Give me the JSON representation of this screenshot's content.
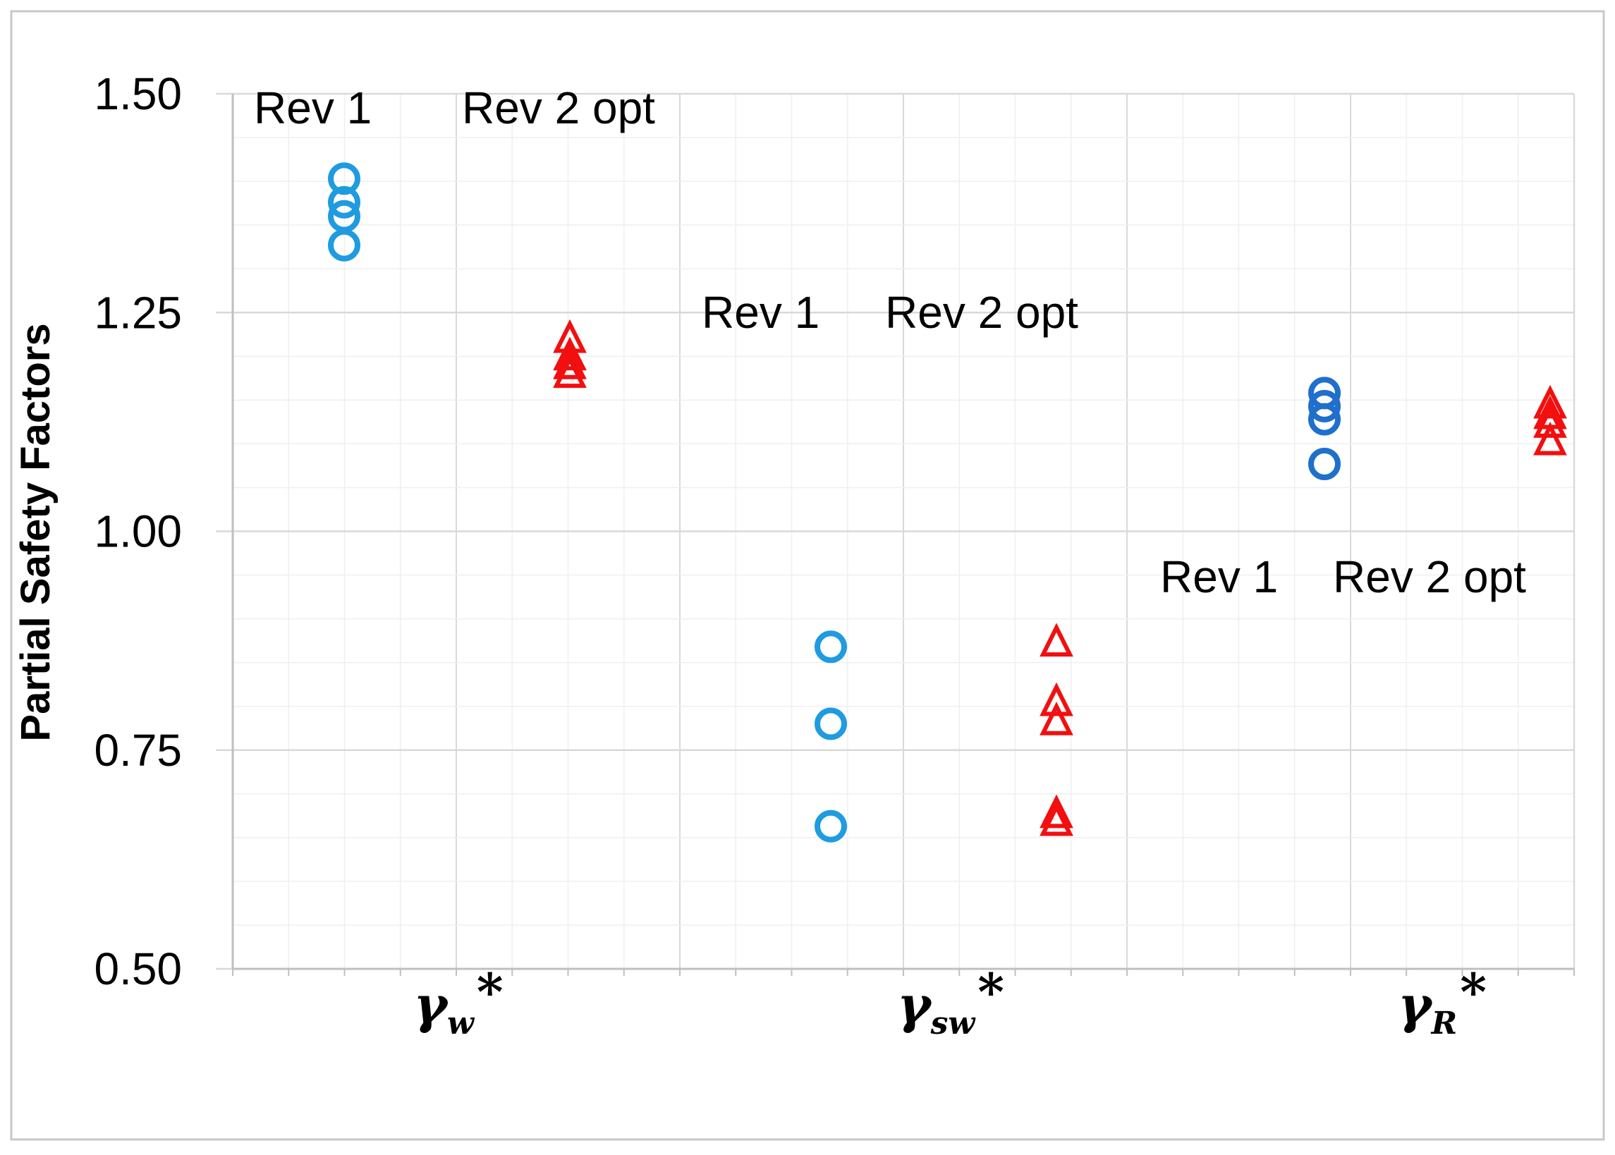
{
  "chart_data": {
    "type": "scatter",
    "ylabel": "Partial Safety Factors",
    "ylim": [
      0.5,
      1.5
    ],
    "yticks": [
      "0.50",
      "0.75",
      "1.00",
      "1.25",
      "1.50"
    ],
    "grid": true,
    "categories": [
      {
        "id": "w",
        "symbol": "γ",
        "subscript": "w",
        "suffix": "*"
      },
      {
        "id": "sw",
        "symbol": "γ",
        "subscript": "sw",
        "suffix": "*"
      },
      {
        "id": "R",
        "symbol": "γ",
        "subscript": "R",
        "suffix": "*"
      }
    ],
    "series": [
      {
        "label": "Rev 1",
        "marker": "circle",
        "color": "#1f9be0",
        "groups": [
          {
            "category": "w",
            "values": [
              1.403,
              1.376,
              1.36,
              1.327
            ]
          },
          {
            "category": "sw",
            "values": [
              0.868,
              0.78,
              0.663
            ]
          },
          {
            "category": "R",
            "values": [
              1.158,
              1.143,
              1.128,
              1.077
            ]
          }
        ]
      },
      {
        "label": "Rev 2 opt",
        "marker": "triangle",
        "color": "#f20f0f",
        "groups": [
          {
            "category": "w",
            "values": [
              1.22,
              1.2,
              1.19,
              1.18
            ]
          },
          {
            "category": "sw",
            "values": [
              0.873,
              0.805,
              0.783,
              0.677,
              0.668
            ]
          },
          {
            "category": "R",
            "values": [
              1.145,
              1.133,
              1.123,
              1.103
            ]
          }
        ]
      }
    ],
    "colors": {
      "rev1_R": "#1f6fcc",
      "grid": "#d9d9d9",
      "minor_grid": "#efefef",
      "axis": "#bfbfbf",
      "frame": "#c8c8c8"
    }
  }
}
